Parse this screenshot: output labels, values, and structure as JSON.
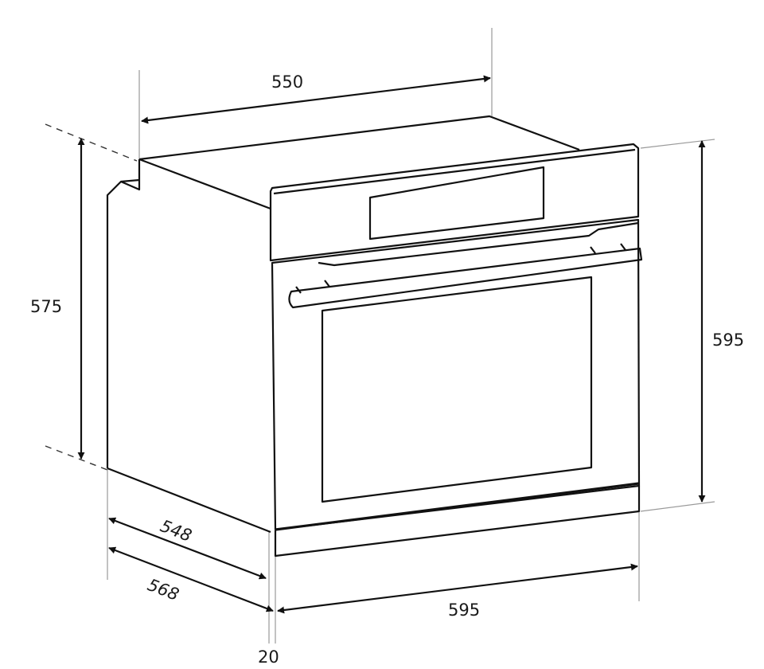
{
  "diagram": {
    "subject": "Built-in oven installation dimensions",
    "units": "mm",
    "colors": {
      "line": "#111111",
      "extension_line": "#9a9a9a",
      "background": "#ffffff"
    },
    "dimensions": {
      "top_depth": {
        "label": "550",
        "meaning": "cabinet body depth (top)"
      },
      "body_height": {
        "label": "575",
        "meaning": "cabinet body height"
      },
      "front_height": {
        "label": "595",
        "meaning": "front panel height"
      },
      "side_depth": {
        "label": "548",
        "meaning": "body depth (side)"
      },
      "total_depth": {
        "label": "568",
        "meaning": "total depth incl. front"
      },
      "front_width": {
        "label": "595",
        "meaning": "front panel width"
      },
      "front_thickness": {
        "label": "20",
        "meaning": "front panel thickness"
      }
    }
  }
}
